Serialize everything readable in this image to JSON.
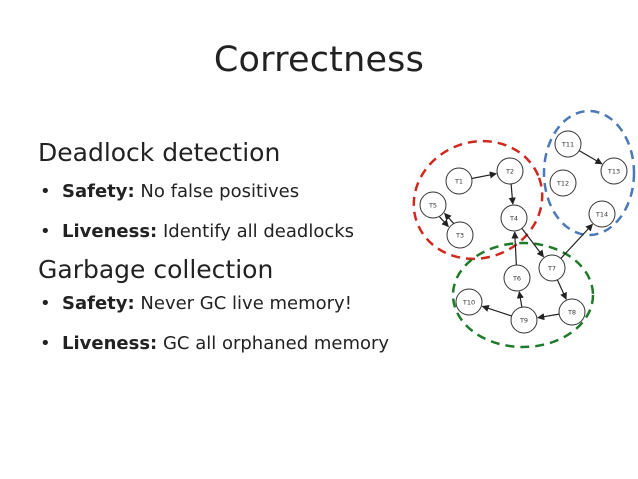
{
  "slide": {
    "title": "Correctness",
    "sections": [
      {
        "heading": "Deadlock detection",
        "bullets": [
          {
            "marker": "•",
            "term": "Safety:",
            "text": " No false positives"
          },
          {
            "marker": "•",
            "term": "Liveness:",
            "text": " Identify all deadlocks"
          }
        ]
      },
      {
        "heading": "Garbage collection",
        "bullets": [
          {
            "marker": "•",
            "term": "Safety:",
            "text": " Never GC live memory!"
          },
          {
            "marker": "•",
            "term": "Liveness:",
            "text": " GC all orphaned memory"
          }
        ]
      }
    ]
  },
  "graph": {
    "nodes": [
      {
        "id": "T1",
        "label": "T1"
      },
      {
        "id": "T2",
        "label": "T2"
      },
      {
        "id": "T3",
        "label": "T3"
      },
      {
        "id": "T4",
        "label": "T4"
      },
      {
        "id": "T5",
        "label": "T5"
      },
      {
        "id": "T6",
        "label": "T6"
      },
      {
        "id": "T7",
        "label": "T7"
      },
      {
        "id": "T8",
        "label": "T8"
      },
      {
        "id": "T9",
        "label": "T9"
      },
      {
        "id": "T10",
        "label": "T10"
      },
      {
        "id": "T11",
        "label": "T11"
      },
      {
        "id": "T12",
        "label": "T12"
      },
      {
        "id": "T13",
        "label": "T13"
      },
      {
        "id": "T14",
        "label": "T14"
      }
    ],
    "edges": [
      [
        "T1",
        "T2"
      ],
      [
        "T2",
        "T4"
      ],
      [
        "T4",
        "T7"
      ],
      [
        "T5",
        "T3"
      ],
      [
        "T3",
        "T5"
      ],
      [
        "T7",
        "T14"
      ],
      [
        "T7",
        "T8"
      ],
      [
        "T8",
        "T9"
      ],
      [
        "T9",
        "T10"
      ],
      [
        "T9",
        "T6"
      ],
      [
        "T6",
        "T4"
      ],
      [
        "T11",
        "T13"
      ]
    ],
    "groups": [
      {
        "name": "red-group",
        "color": "#d0281f"
      },
      {
        "name": "blue-group",
        "color": "#4a78b8"
      },
      {
        "name": "green-group",
        "color": "#1f7a2a"
      }
    ],
    "node_stroke": "#333333",
    "edge_color": "#222222"
  }
}
